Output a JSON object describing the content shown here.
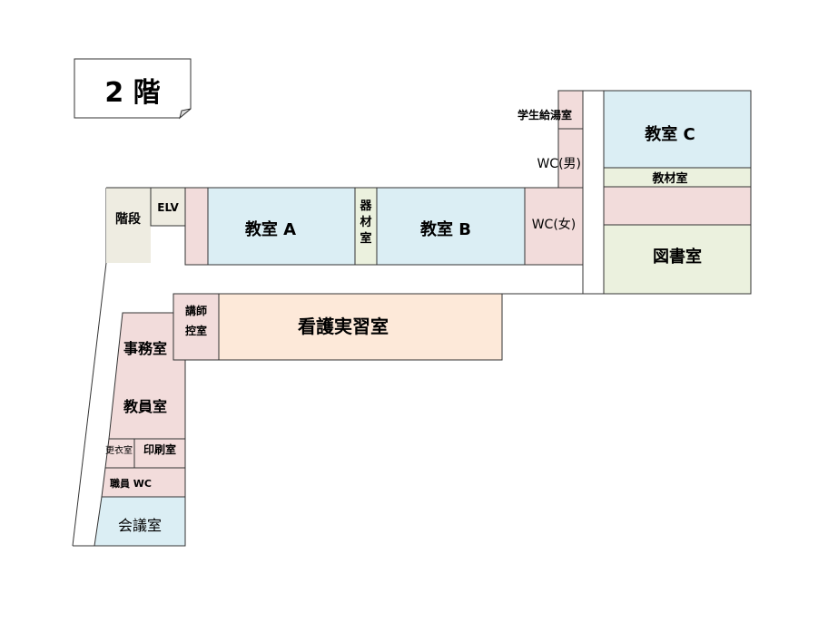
{
  "floor_label": "2 階",
  "colors": {
    "pink": "#f2dcdb",
    "blue": "#dbeef4",
    "green": "#ebf1de",
    "beige": "#eeece1",
    "peach": "#fde9d9",
    "outline": "#333333"
  },
  "rooms": {
    "stairs": "階段",
    "elevator": "ELV",
    "classroom_a": "教室 A",
    "equipment_1": "器",
    "equipment_2": "材",
    "equipment_3": "室",
    "classroom_b": "教室 B",
    "wc_women": "WC(女)",
    "wc_men": "WC(男)",
    "kitchenette": "学生給湯室",
    "classroom_c": "教室 C",
    "materials_room": "教材室",
    "library": "図書室",
    "lecturer_room_1": "講師",
    "lecturer_room_2": "控室",
    "nursing_lab": "看護実習室",
    "office": "事務室",
    "staff_room": "教員室",
    "changing_room": "更衣室",
    "print_room": "印刷室",
    "staff_wc": "職員 WC",
    "meeting_room": "会議室"
  }
}
